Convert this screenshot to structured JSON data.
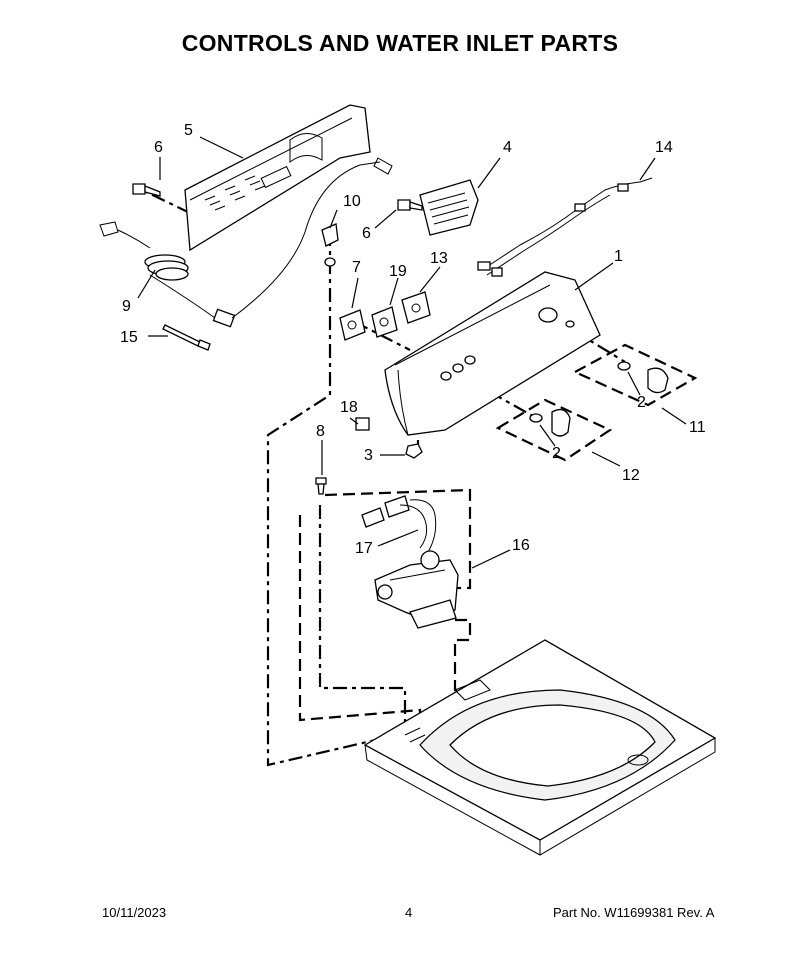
{
  "title": "CONTROLS AND WATER INLET PARTS",
  "callouts": {
    "c1": "1",
    "c2a": "2",
    "c2b": "2",
    "c3": "3",
    "c4": "4",
    "c5": "5",
    "c6a": "6",
    "c6b": "6",
    "c7": "7",
    "c8": "8",
    "c9": "9",
    "c10": "10",
    "c11": "11",
    "c12": "12",
    "c13": "13",
    "c14": "14",
    "c15": "15",
    "c16": "16",
    "c17": "17",
    "c18": "18",
    "c19": "19"
  },
  "footer": {
    "date": "10/11/2023",
    "page": "4",
    "part": "Part No.  W11699381  Rev.  A"
  }
}
